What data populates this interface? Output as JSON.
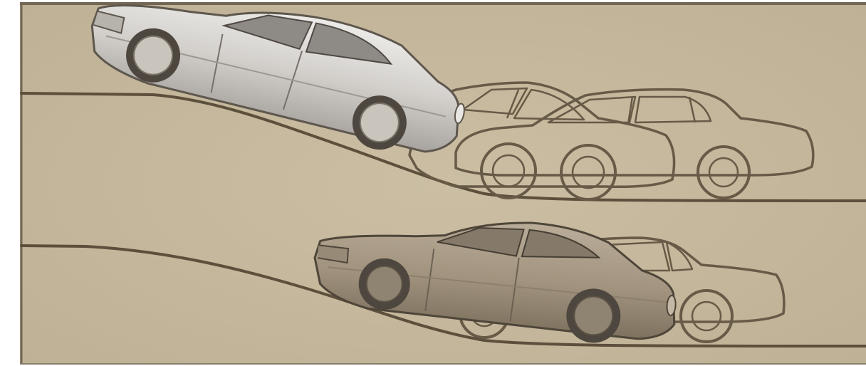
{
  "illustration": {
    "colors": {
      "background": "#c5b79b",
      "frame": "#726655",
      "line": "#675a47",
      "silver_body": "#d3d0cc",
      "silver_shadow": "#9f9b97",
      "bronze_body": "#a89a86",
      "bronze_shadow": "#7e725f",
      "glass": "#8e8a85",
      "tire": "#4e473f",
      "hub": "#c9c4bc"
    },
    "top_scene": {
      "solid_cars": 1,
      "ghost_cars": 2
    },
    "bottom_scene": {
      "solid_cars": 1,
      "ghost_cars": 1
    }
  }
}
